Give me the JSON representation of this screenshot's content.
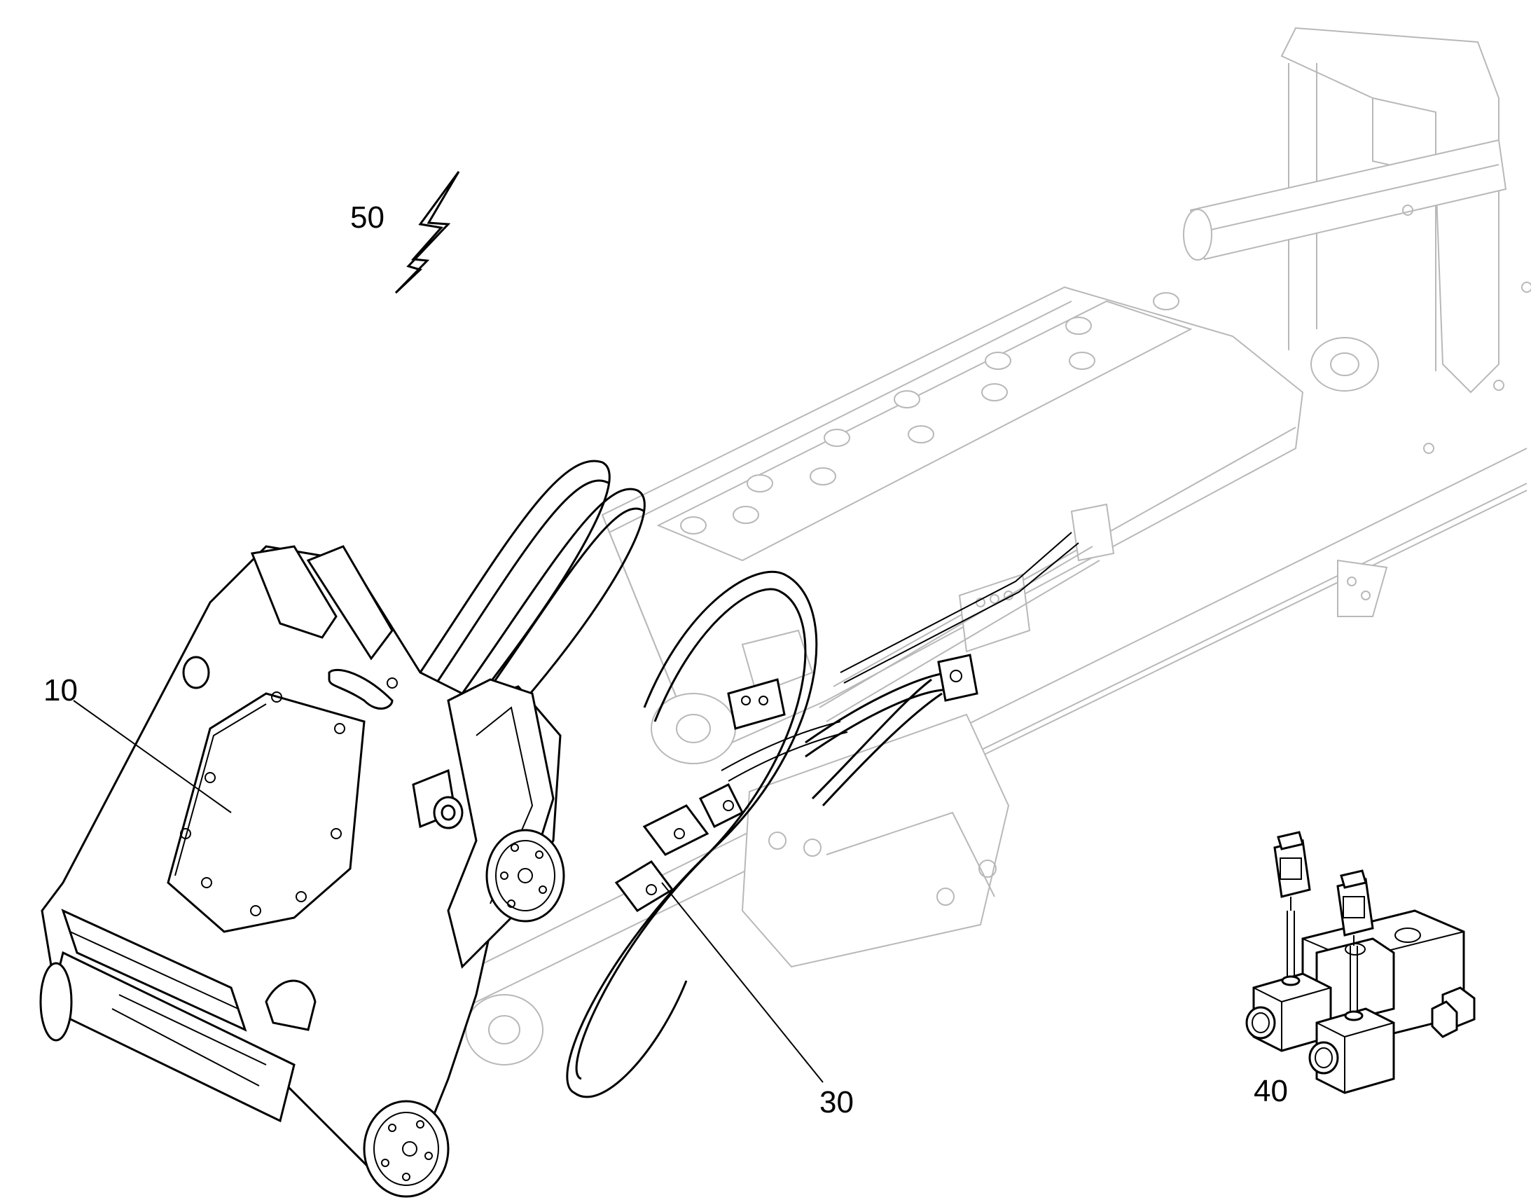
{
  "labels": {
    "attachment": "10",
    "hose": "30",
    "valve_block": "40",
    "wireless": "50"
  },
  "colors": {
    "line": "#000000",
    "background_parts": "#b8b8b8",
    "paper": "#ffffff"
  },
  "icons": {
    "wireless": "lightning-bolt-arrow-icon"
  }
}
